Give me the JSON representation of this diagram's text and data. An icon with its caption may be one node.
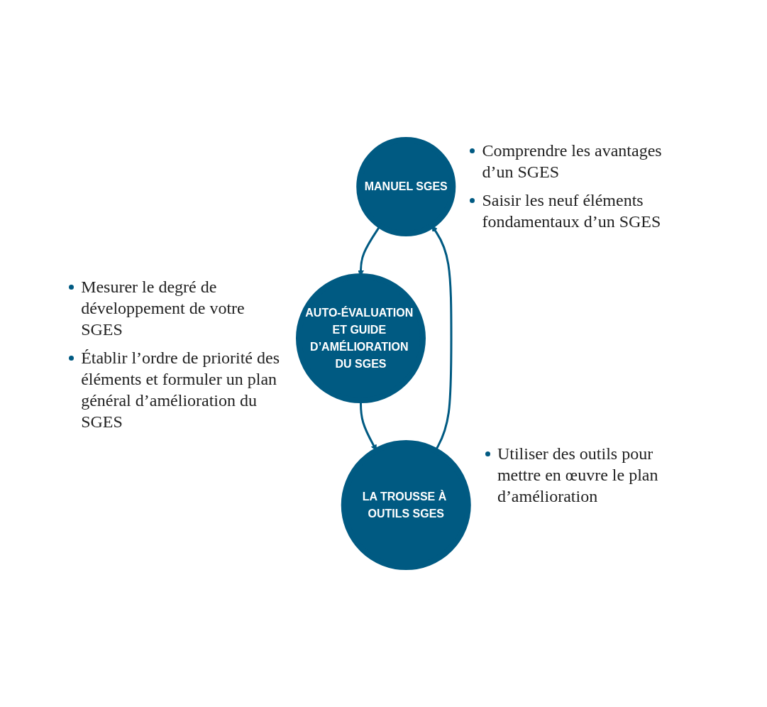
{
  "diagram": {
    "nodes": [
      {
        "text": [
          "MANUEL SGES"
        ],
        "beside": [
          "Comprendre les avantages d’un SGES",
          "Saisir les neuf éléments fondamentaux d’un SGES"
        ]
      },
      {
        "text": [
          "LA TROUSSE À OUTILS SGES"
        ],
        "beside": [
          "Utiliser des outils pour mettre en œuvre le plan d’amélioration"
        ]
      },
      {
        "text": [
          "AUTO-ÉVALUATION ET GUIDE D’AMÉLIORATION DU SGES"
        ],
        "beside": [
          "Mesurer le degré de développement de votre SGES",
          "Établir l’ordre de priorité des éléments et formuler un plan général d’amélioration du SGES"
        ]
      }
    ],
    "edges": [
      {
        "from": 0,
        "to": 2,
        "arrow": "to"
      },
      {
        "from": 2,
        "to": 1,
        "arrow": "to"
      },
      {
        "from": 1,
        "to": 0,
        "arrow": "to"
      }
    ]
  }
}
